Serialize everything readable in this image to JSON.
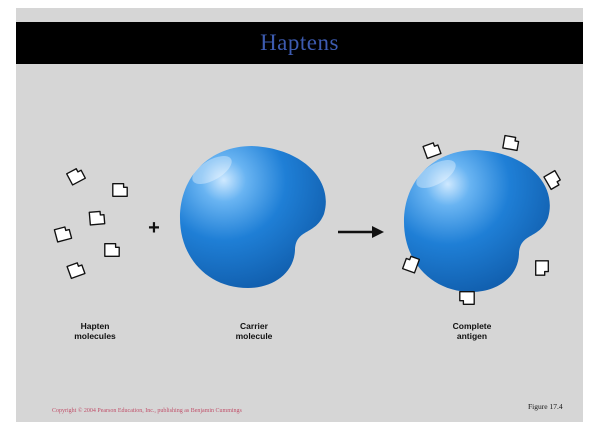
{
  "slide": {
    "title": "Haptens",
    "labels": {
      "hapten": [
        "Hapten",
        "molecules"
      ],
      "carrier": [
        "Carrier",
        "molecule"
      ],
      "antigen": [
        "Complete",
        "antigen"
      ]
    },
    "operator_plus": "+",
    "footer_copyright": "Copyright © 2004 Pearson Education, Inc., publishing as Benjamin Cummings",
    "footer_figure": "Figure 17.4"
  },
  "colors": {
    "slide_bg": "#d6d6d6",
    "title_bar": "#000000",
    "title_text": "#3d5bb0",
    "carrier_blue": "#1f7fd6",
    "hapten_stroke": "#111111",
    "hapten_fill": "#ffffff",
    "footer_copyright": "#c0506a"
  },
  "icons": {
    "hapten": "hapten-molecule-icon",
    "arrow": "right-arrow-icon",
    "plus": "plus-icon"
  }
}
